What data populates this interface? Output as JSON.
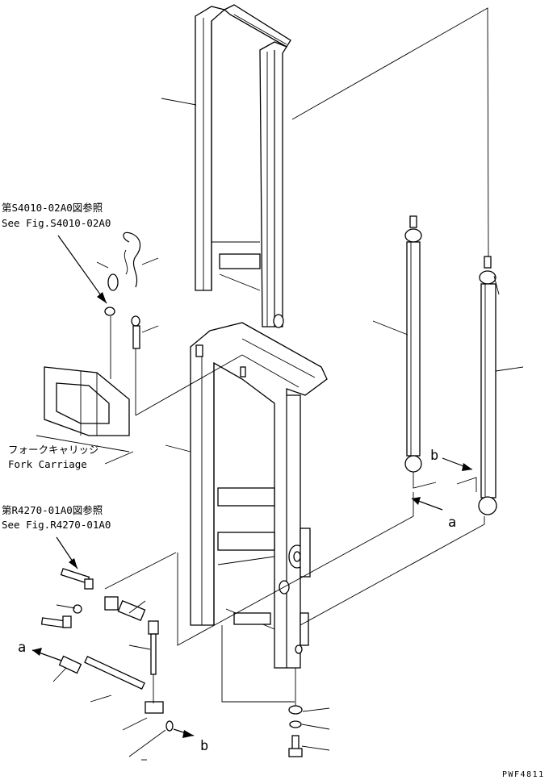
{
  "references": {
    "chain_ref_jp": "第S4010-02A0図参照",
    "chain_ref_en": "See Fig.S4010-02A0",
    "hose_ref_jp": "第R4270-01A0図参照",
    "hose_ref_en": "See Fig.R4270-01A0"
  },
  "labels": {
    "carriage_jp": "フォークキャリッジ",
    "carriage_en": "Fork Carriage",
    "arrow_a_left": "a",
    "arrow_a_right": "a",
    "arrow_b_bottom": "b",
    "arrow_b_right": "b"
  },
  "drawing_code": "PWF4811",
  "icons": {
    "inner_mast": "inner-mast-icon",
    "outer_mast": "outer-mast-icon",
    "lift_cylinder_left": "lift-cylinder-icon",
    "lift_cylinder_right": "lift-cylinder-icon",
    "fork_carriage": "fork-carriage-icon",
    "chain": "chain-icon",
    "hose_fittings": "hose-fitting-icon"
  }
}
